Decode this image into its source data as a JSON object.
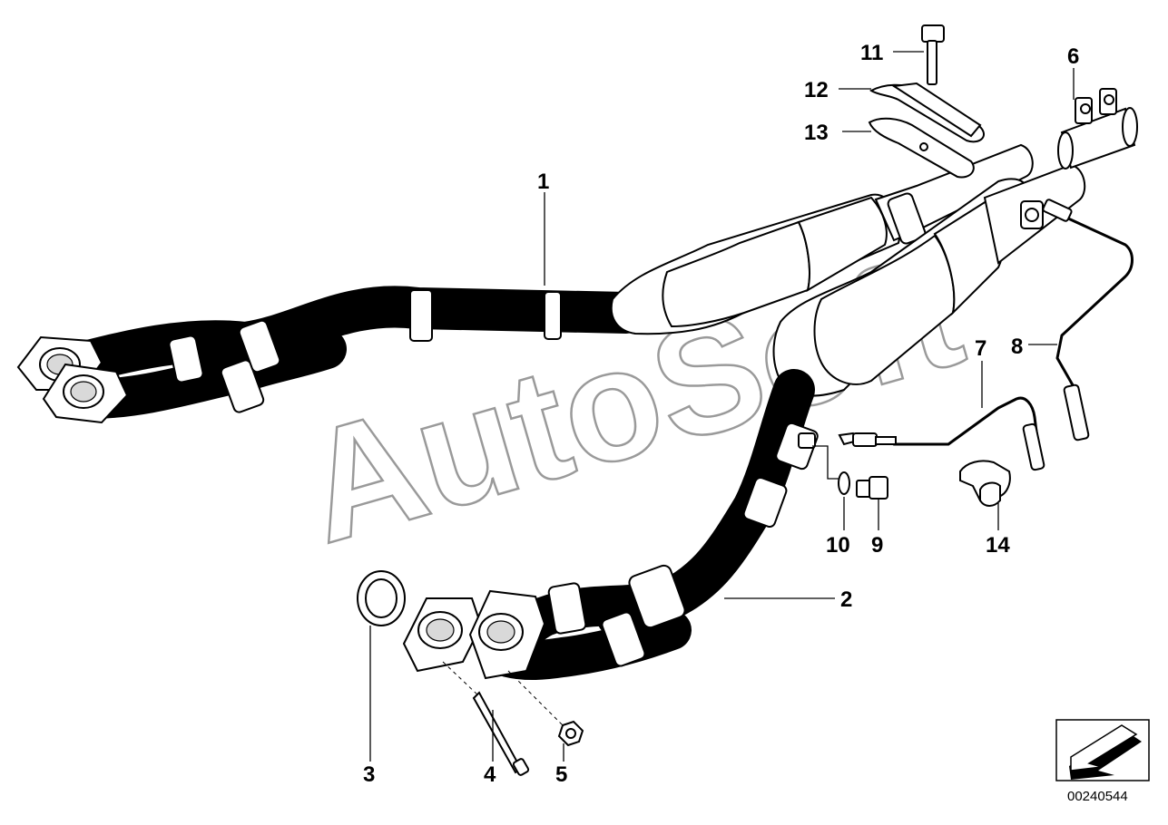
{
  "watermark": "AutoSoft",
  "diagram_number": "00240544",
  "callouts": {
    "c1": "1",
    "c2": "2",
    "c3": "3",
    "c4": "4",
    "c5": "5",
    "c6": "6",
    "c7": "7",
    "c8": "8",
    "c9": "9",
    "c10": "10",
    "c11": "11",
    "c12": "12",
    "c13": "13",
    "c14": "14"
  },
  "icons": {
    "navigation": "direction-arrow-icon"
  },
  "colors": {
    "line": "#000000",
    "watermark_outline": "#9a9a9a",
    "background": "#ffffff"
  }
}
